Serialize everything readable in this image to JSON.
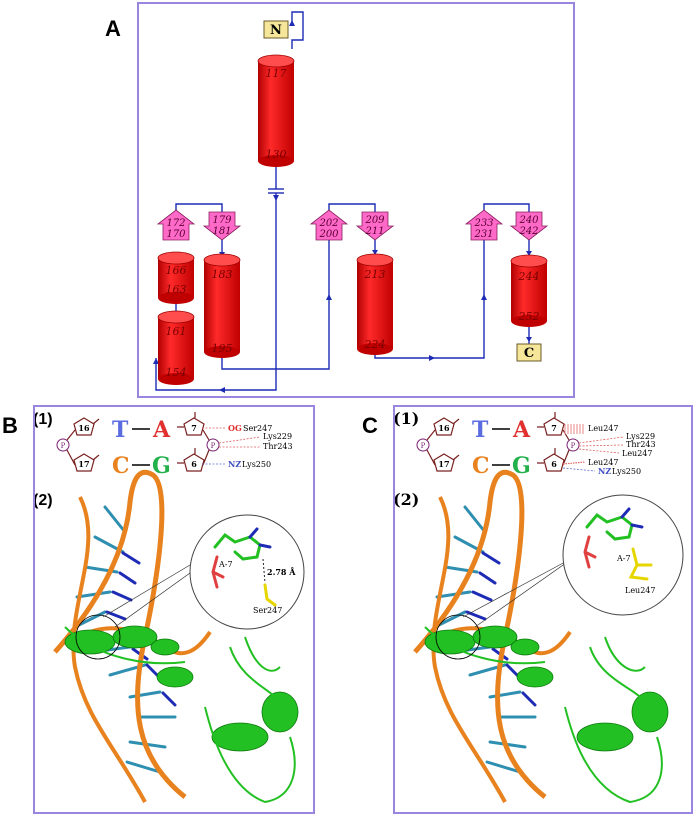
{
  "panels": {
    "a": {
      "letter": "A",
      "n_label": "N",
      "c_label": "C",
      "helices": [
        {
          "top": "117",
          "bottom": "130"
        },
        {
          "top": "166",
          "bottom": "163"
        },
        {
          "top": "161",
          "bottom": "154"
        },
        {
          "top": "183",
          "bottom": "195"
        },
        {
          "top": "213",
          "bottom": "224"
        },
        {
          "top": "244",
          "bottom": "252"
        }
      ],
      "strands": [
        {
          "top": "172",
          "bottom": "170"
        },
        {
          "top": "179",
          "bottom": "181"
        },
        {
          "top": "202",
          "bottom": "200"
        },
        {
          "top": "209",
          "bottom": "211"
        },
        {
          "top": "233",
          "bottom": "231"
        },
        {
          "top": "240",
          "bottom": "242"
        }
      ]
    },
    "b": {
      "letter": "B",
      "sub1": "(1)",
      "sub2": "(2)",
      "sugars": [
        "16",
        "17",
        "7",
        "6"
      ],
      "phosphate": "P",
      "bases": [
        "T",
        "A",
        "C",
        "G"
      ],
      "og": "OG",
      "ser": "Ser247",
      "lys229": "Lys229",
      "thr243": "Thr243",
      "nz": "NZ",
      "lys250": "Lys250",
      "a7": "A-7",
      "distance": "2.78 Å",
      "ser_zoom": "Ser247"
    },
    "c": {
      "letter": "C",
      "sub1": "(1)",
      "sub2": "(2)",
      "sugars": [
        "16",
        "17",
        "7",
        "6"
      ],
      "phosphate": "P",
      "bases": [
        "T",
        "A",
        "C",
        "G"
      ],
      "leu247_a": "Leu247",
      "lys229": "Lys229",
      "thr243": "Thr243",
      "leu247_b": "Leu247",
      "leu247_c": "Leu247",
      "nz": "NZ",
      "lys250": "Lys250",
      "a7": "A-7",
      "leu_zoom": "Leu247"
    }
  },
  "colors": {
    "frame": "#9a86e0",
    "helix": "#ff0000",
    "strand": "#ff69c8",
    "terminus": "#f6e69a",
    "connector": "#1d2bb5",
    "dna": "#e8821e",
    "protein": "#22c022"
  }
}
